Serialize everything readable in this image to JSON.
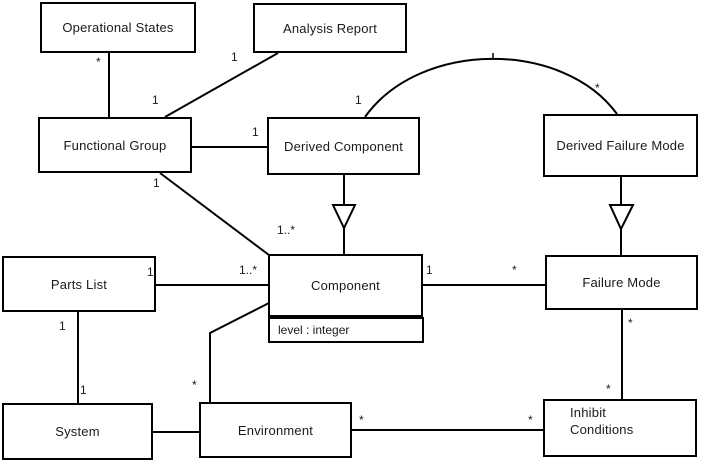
{
  "diagram": {
    "type": "uml-class-diagram",
    "classes": {
      "operational_states": {
        "name": "Operational States"
      },
      "analysis_report": {
        "name": "Analysis Report"
      },
      "functional_group": {
        "name": "Functional Group"
      },
      "derived_component": {
        "name": "Derived Component"
      },
      "derived_failure_mode": {
        "name": "Derived Failure Mode"
      },
      "parts_list": {
        "name": "Parts List"
      },
      "component": {
        "name": "Component",
        "attribute": "level : integer"
      },
      "failure_mode": {
        "name": "Failure Mode"
      },
      "system": {
        "name": "System"
      },
      "environment": {
        "name": "Environment"
      },
      "inhibit_conditions": {
        "name": "Inhibit\nConditions"
      }
    },
    "labels": {
      "os_fg_star": "*",
      "fg_top_one": "1",
      "ar_one": "1",
      "fg_dc_one": "1",
      "fg_c_one": "1",
      "fg_c_onestar": "1..*",
      "dc_arc_one": "1",
      "dfm_arc_star": "*",
      "pl_one": "1",
      "pl_c_onestar": "1..*",
      "c_fm_one": "1",
      "c_fm_star": "*",
      "pl_sys_one_top": "1",
      "pl_sys_one_bottom": "1",
      "c_env_star": "*",
      "env_ic_star_left": "*",
      "env_ic_star_right": "*",
      "fm_ic_star_top": "*",
      "fm_ic_star_bottom": "*"
    },
    "relationships": [
      {
        "from": "Operational States",
        "to": "Functional Group",
        "type": "association",
        "from_multiplicity": "*",
        "to_multiplicity": "1"
      },
      {
        "from": "Analysis Report",
        "to": "Functional Group",
        "type": "association",
        "from_multiplicity": "1",
        "to_multiplicity": ""
      },
      {
        "from": "Functional Group",
        "to": "Derived Component",
        "type": "association",
        "from_multiplicity": "",
        "to_multiplicity": "1"
      },
      {
        "from": "Functional Group",
        "to": "Component",
        "type": "association",
        "from_multiplicity": "1",
        "to_multiplicity": "1..*"
      },
      {
        "from": "Derived Component",
        "to": "Derived Failure Mode",
        "type": "association-arc",
        "from_multiplicity": "1",
        "to_multiplicity": "*"
      },
      {
        "from": "Derived Component",
        "to": "Component",
        "type": "generalization"
      },
      {
        "from": "Derived Failure Mode",
        "to": "Failure Mode",
        "type": "generalization"
      },
      {
        "from": "Parts List",
        "to": "Component",
        "type": "association",
        "from_multiplicity": "1",
        "to_multiplicity": "1..*"
      },
      {
        "from": "Component",
        "to": "Failure Mode",
        "type": "association",
        "from_multiplicity": "1",
        "to_multiplicity": "*"
      },
      {
        "from": "Parts List",
        "to": "System",
        "type": "association",
        "from_multiplicity": "1",
        "to_multiplicity": "1"
      },
      {
        "from": "Component",
        "to": "Environment",
        "type": "association",
        "from_multiplicity": "",
        "to_multiplicity": "*"
      },
      {
        "from": "System",
        "to": "Environment",
        "type": "association",
        "from_multiplicity": "",
        "to_multiplicity": ""
      },
      {
        "from": "Environment",
        "to": "Inhibit Conditions",
        "type": "association",
        "from_multiplicity": "*",
        "to_multiplicity": "*"
      },
      {
        "from": "Failure Mode",
        "to": "Inhibit Conditions",
        "type": "association",
        "from_multiplicity": "*",
        "to_multiplicity": "*"
      }
    ],
    "colors": {
      "line": "#000000",
      "background": "#ffffff",
      "text": "#1a1a1a"
    }
  }
}
